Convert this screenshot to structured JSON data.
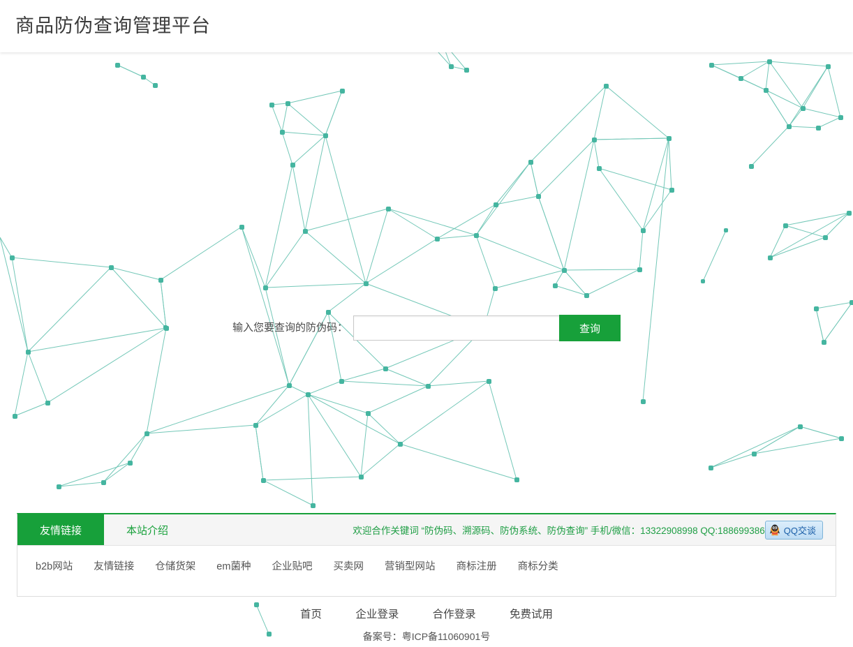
{
  "header": {
    "title": "商品防伪查询管理平台"
  },
  "search": {
    "label": "输入您要查询的防伪码：",
    "value": "",
    "placeholder": "",
    "button_label": "查询"
  },
  "panel": {
    "tabs": [
      {
        "label": "友情链接",
        "active": true
      },
      {
        "label": "本站介绍",
        "active": false
      }
    ],
    "marquee_text": "欢迎合作关键词 “防伪码、溯源码、防伪系统、防伪查询” 手机/微信：13322908998 QQ:188699386",
    "qq_button_label": "QQ交谈",
    "links": [
      "b2b网站",
      "友情链接",
      "仓储货架",
      "em菌种",
      "企业贴吧",
      "买卖网",
      "营销型网站",
      "商标注册",
      "商标分类"
    ]
  },
  "footer": {
    "nav": [
      "首页",
      "企业登录",
      "合作登录",
      "免费试用"
    ],
    "icp": "备案号：粤ICP备11060901号"
  },
  "colors": {
    "brand_green": "#17a03a",
    "network_teal": "#45b5a0",
    "marquee_green": "#1f9e45",
    "qq_blue": "#1b5fa8"
  }
}
